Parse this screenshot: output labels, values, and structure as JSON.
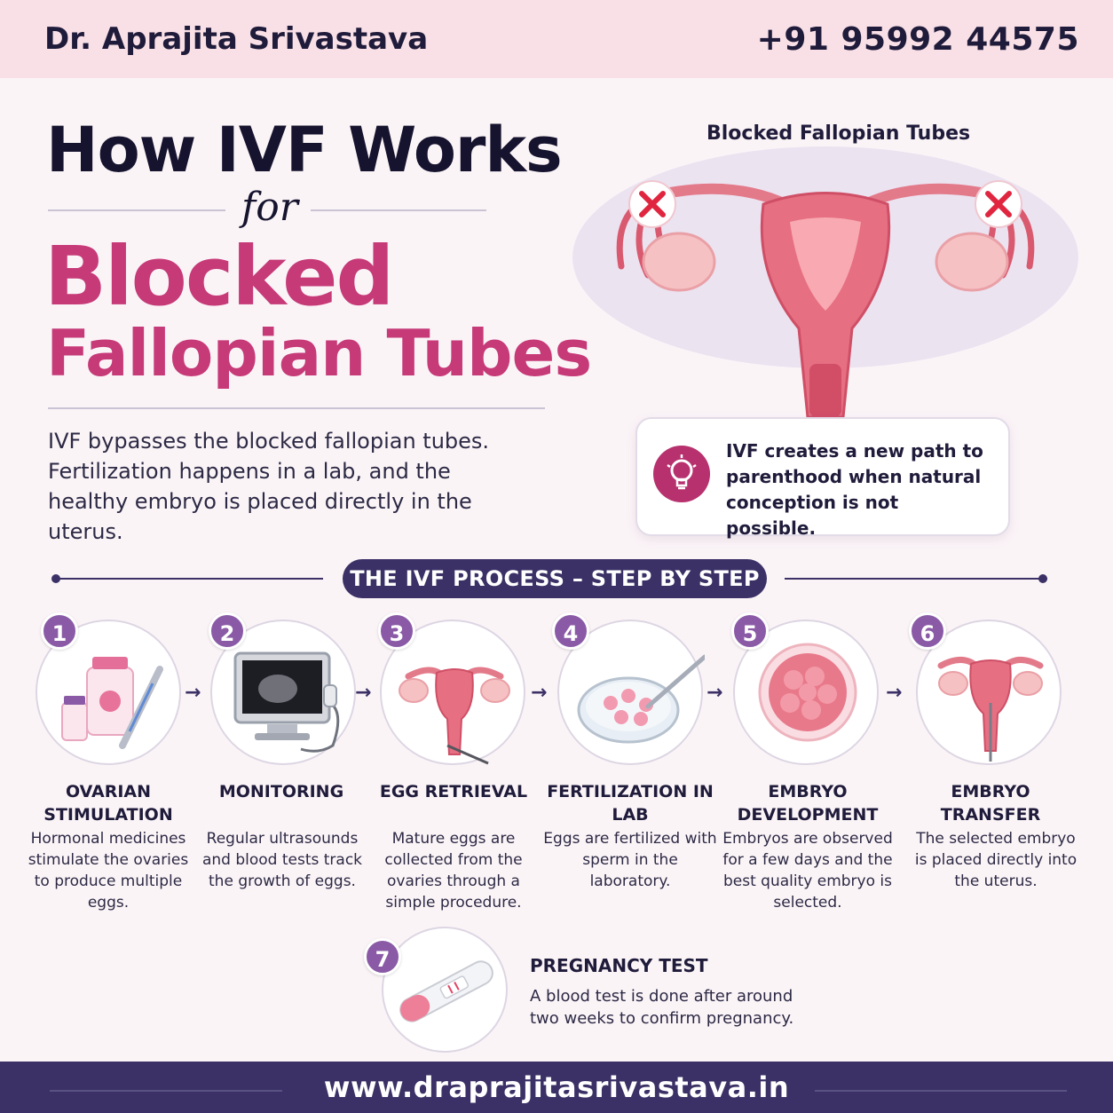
{
  "header": {
    "doctor_name": "Dr. Aprajita Srivastava",
    "phone": "+91 95992 44575"
  },
  "hero": {
    "title_line1": "How IVF Works",
    "title_for": "for",
    "title_line2": "Blocked",
    "title_line3": "Fallopian Tubes",
    "intro": "IVF bypasses the blocked fallopian tubes. Fertilization happens in a lab, and the healthy embryo is placed directly in the uterus."
  },
  "diagram": {
    "label": "Blocked Fallopian Tubes",
    "callout_text": "IVF creates a new path to parenthood when natural conception is not possible.",
    "icon": "lightbulb-icon"
  },
  "process": {
    "heading": "THE IVF PROCESS – STEP BY STEP",
    "steps": [
      {
        "num": "1",
        "title": "OVARIAN STIMULATION",
        "desc": "Hormonal medicines stimulate the ovaries to produce multiple eggs.",
        "icon": "medicine-vial-icon"
      },
      {
        "num": "2",
        "title": "MONITORING",
        "desc": "Regular ultrasounds and blood tests track the growth of eggs.",
        "icon": "ultrasound-monitor-icon"
      },
      {
        "num": "3",
        "title": "EGG RETRIEVAL",
        "desc": "Mature eggs are collected from the ovaries through a simple procedure.",
        "icon": "uterus-retrieval-icon"
      },
      {
        "num": "4",
        "title": "FERTILIZATION IN LAB",
        "desc": "Eggs are fertilized with sperm in the laboratory.",
        "icon": "petri-dish-icon"
      },
      {
        "num": "5",
        "title": "EMBRYO DEVELOPMENT",
        "desc": "Embryos are observed for a few days and the best quality embryo is selected.",
        "icon": "embryo-icon"
      },
      {
        "num": "6",
        "title": "EMBRYO TRANSFER",
        "desc": "The selected embryo is placed directly into the uterus.",
        "icon": "uterus-transfer-icon"
      }
    ],
    "final_step": {
      "num": "7",
      "title": "PREGNANCY TEST",
      "desc": "A blood test is done after around two weeks to confirm pregnancy.",
      "icon": "pregnancy-test-icon"
    }
  },
  "footer": {
    "url": "www.draprajitasrivastava.in"
  },
  "colors": {
    "brand_pink": "#c63a78",
    "navy": "#3b3166",
    "number_purple": "#8a5aa6",
    "header_bg": "#f9dfe6"
  }
}
